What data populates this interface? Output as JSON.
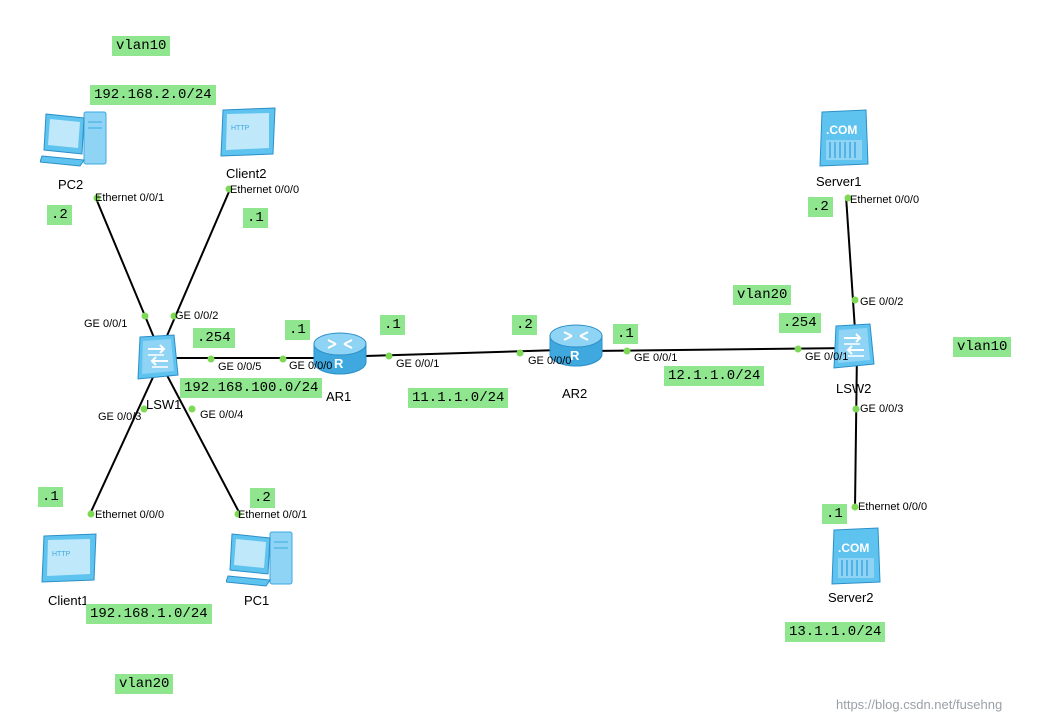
{
  "devices": {
    "pc2": "PC2",
    "client2": "Client2",
    "lsw1": "LSW1",
    "ar1": "AR1",
    "ar2": "AR2",
    "lsw2": "LSW2",
    "server1": "Server1",
    "server2": "Server2",
    "client1": "Client1",
    "pc1": "PC1"
  },
  "icons": {
    "pc": "pc-monitor-icon",
    "http_client": "http-client-icon",
    "switch": "switch-icon",
    "router": "router-icon",
    "server": "com-server-icon"
  },
  "http_text": "HTTP",
  "com_text": ".COM",
  "ports": {
    "pc2_eth": "Ethernet 0/0/1",
    "client2_eth": "Ethernet 0/0/0",
    "lsw1_g1": "GE 0/0/1",
    "lsw1_g2": "GE 0/0/2",
    "lsw1_g5": "GE 0/0/5",
    "lsw1_g3": "GE 0/0/3",
    "lsw1_g4": "GE 0/0/4",
    "ar1_g0": "GE 0/0/0",
    "ar1_g1": "GE 0/0/1",
    "ar2_g0": "GE 0/0/0",
    "ar2_g1": "GE 0/0/1",
    "lsw2_g1": "GE 0/0/1",
    "lsw2_g2": "GE 0/0/2",
    "lsw2_g3": "GE 0/0/3",
    "server1_eth": "Ethernet 0/0/0",
    "server2_eth": "Ethernet 0/0/0",
    "client1_eth": "Ethernet 0/0/0",
    "pc1_eth": "Ethernet 0/0/1"
  },
  "labels": {
    "vlan10_left": "vlan10",
    "net_192_2": "192.168.2.0/24",
    "pc2_ip": ".2",
    "client2_ip": ".1",
    "lsw1_ip": ".254",
    "ar1_ip_left": ".1",
    "ar1_ip_right": ".1",
    "ar2_ip_left": ".2",
    "ar2_ip_right": ".1",
    "net_192_100": "192.168.100.0/24",
    "net_11": "11.1.1.0/24",
    "net_12": "12.1.1.0/24",
    "vlan20_right": "vlan20",
    "lsw2_ip": ".254",
    "vlan10_right": "vlan10",
    "server1_ip": ".2",
    "server2_ip": ".1",
    "net_13": "13.1.1.0/24",
    "client1_ip": ".1",
    "pc1_ip": ".2",
    "net_192_1": "192.168.1.0/24",
    "vlan20_left": "vlan20"
  },
  "watermark": "https://blog.csdn.net/fusehng",
  "colors": {
    "label_bg": "#8fe68f",
    "link": "#000000",
    "port_dot": "#7ed957",
    "device_blue": "#5fc3f0",
    "device_light": "#bfe9fb"
  }
}
